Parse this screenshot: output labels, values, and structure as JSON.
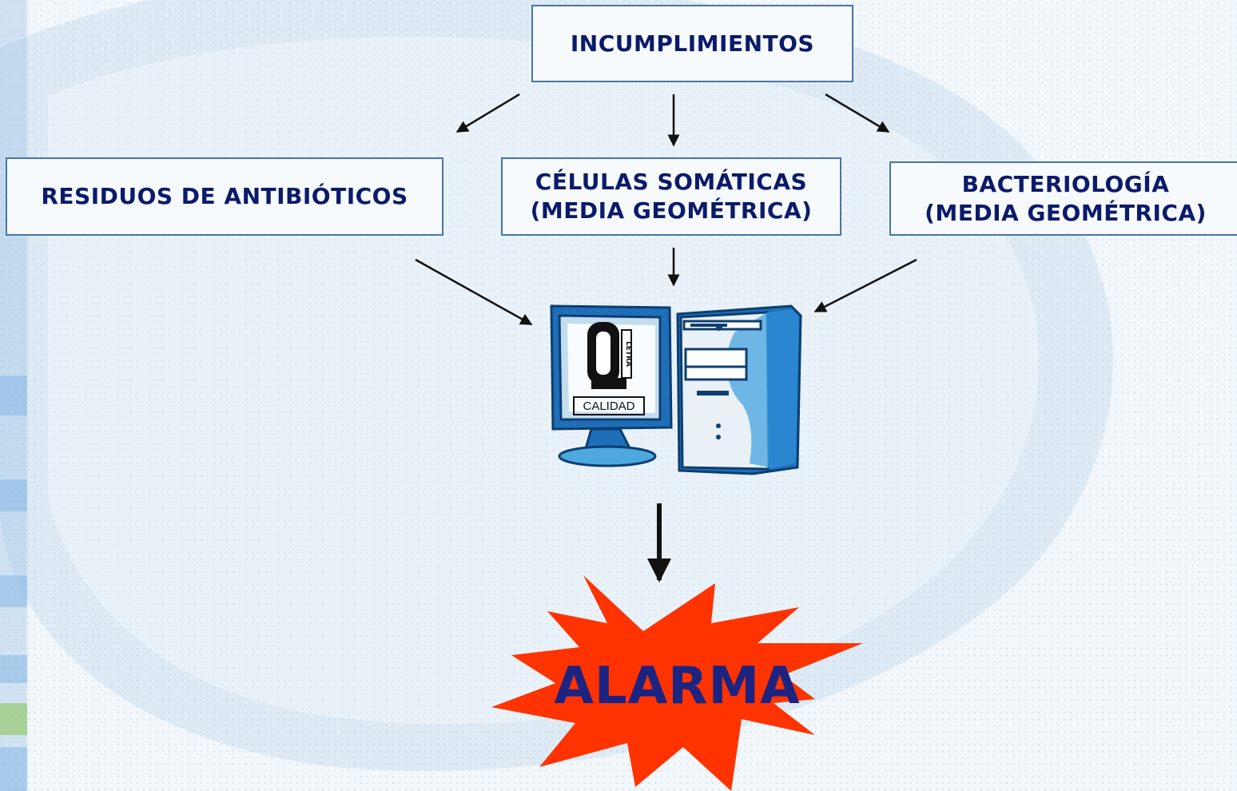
{
  "diagram": {
    "top_node": "INCUMPLIMIENTOS",
    "branches": [
      {
        "line1": "RESIDUOS DE ANTIBIÓTICOS",
        "line2": ""
      },
      {
        "line1": "CÉLULAS SOMÁTICAS",
        "line2": "(MEDIA GEOMÉTRICA)"
      },
      {
        "line1": "BACTERIOLOGÍA",
        "line2": "(MEDIA GEOMÉTRICA)"
      }
    ],
    "computer": {
      "logo_letter": "Q",
      "logo_side_text": "LETRA",
      "logo_caption": "CALIDAD",
      "icon": "computer-icon"
    },
    "result": "ALARMA"
  },
  "colors": {
    "box_border": "#4a73a3",
    "text": "#0b1a6a",
    "alarm_fill": "#ff3300",
    "alarm_text": "#1c2380",
    "arrow": "#111111"
  }
}
